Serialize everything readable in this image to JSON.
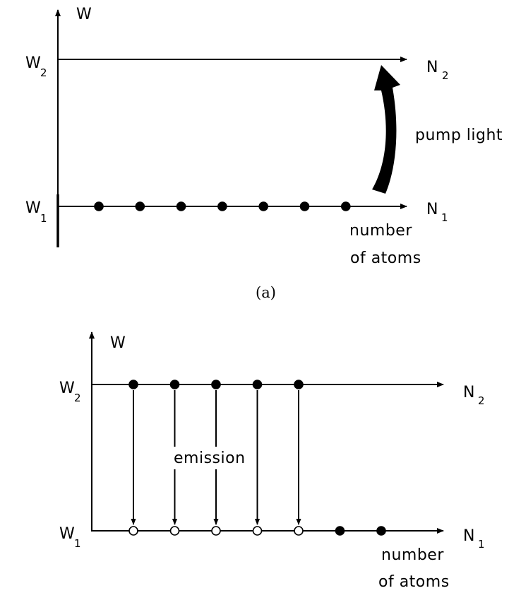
{
  "diagram_a": {
    "caption": "(a)",
    "axis_label": "W",
    "upper_level": {
      "label": "W",
      "label_sub": "2",
      "population": "N",
      "population_sub": "2"
    },
    "lower_level": {
      "label": "W",
      "label_sub": "1",
      "population": "N",
      "population_sub": "1"
    },
    "arrow_label": "pump light",
    "axis_note": [
      "number",
      "of atoms"
    ],
    "lower_atoms": 7
  },
  "diagram_b": {
    "axis_label": "W",
    "upper_level": {
      "label": "W",
      "label_sub": "2",
      "population": "N",
      "population_sub": "2"
    },
    "lower_level": {
      "label": "W",
      "label_sub": "1",
      "population": "N",
      "population_sub": "1"
    },
    "arrow_label": "emission",
    "axis_note": [
      "number",
      "of atoms"
    ],
    "upper_atoms": 5,
    "lower_empty_atoms": 5,
    "lower_filled_atoms": 2
  },
  "colors": {
    "ink": "#000000",
    "background": "#ffffff"
  }
}
